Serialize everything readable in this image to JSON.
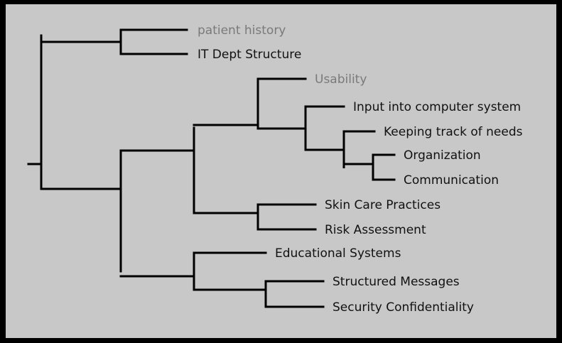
{
  "colors": {
    "frame": "#000000",
    "background": "#c8c8c8",
    "line": "#000000",
    "text_dark": "#111111",
    "text_muted": "#7a7a7a"
  },
  "leaves": [
    {
      "id": "patient-history",
      "label": "patient history",
      "muted": true
    },
    {
      "id": "it-dept-structure",
      "label": "IT Dept Structure",
      "muted": false
    },
    {
      "id": "usability",
      "label": "Usability",
      "muted": true
    },
    {
      "id": "input-into-computer-system",
      "label": "Input into computer system",
      "muted": false
    },
    {
      "id": "keeping-track-of-needs",
      "label": "Keeping track of needs",
      "muted": false
    },
    {
      "id": "organization",
      "label": "Organization",
      "muted": false
    },
    {
      "id": "communication",
      "label": "Communication",
      "muted": false
    },
    {
      "id": "skin-care-practices",
      "label": "Skin Care Practices",
      "muted": false
    },
    {
      "id": "risk-assessment",
      "label": "Risk Assessment",
      "muted": false
    },
    {
      "id": "educational-systems",
      "label": "Educational Systems",
      "muted": false
    },
    {
      "id": "structured-messages",
      "label": "Structured Messages",
      "muted": false
    },
    {
      "id": "security-confidentiality",
      "label": "Security Confidentiality",
      "muted": false
    }
  ]
}
